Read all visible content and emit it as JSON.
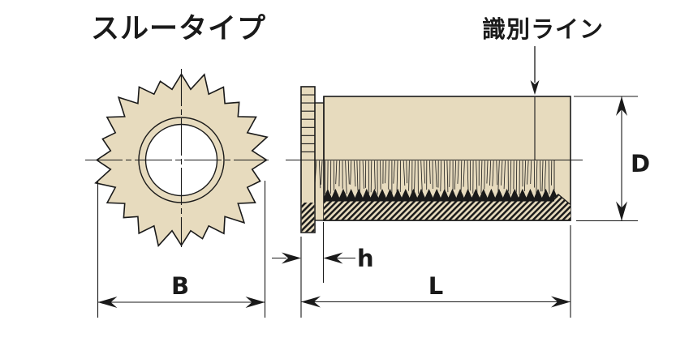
{
  "title": {
    "text": "スルータイプ"
  },
  "callout": {
    "text": "識別ライン"
  },
  "dimensions": {
    "front_width_label": "B",
    "length_label": "L",
    "outer_diameter_label": "D",
    "head_height_label": "h"
  },
  "colors": {
    "part_fill": "#e7dbbe",
    "line": "#1a1a1a",
    "background": "#ffffff"
  }
}
